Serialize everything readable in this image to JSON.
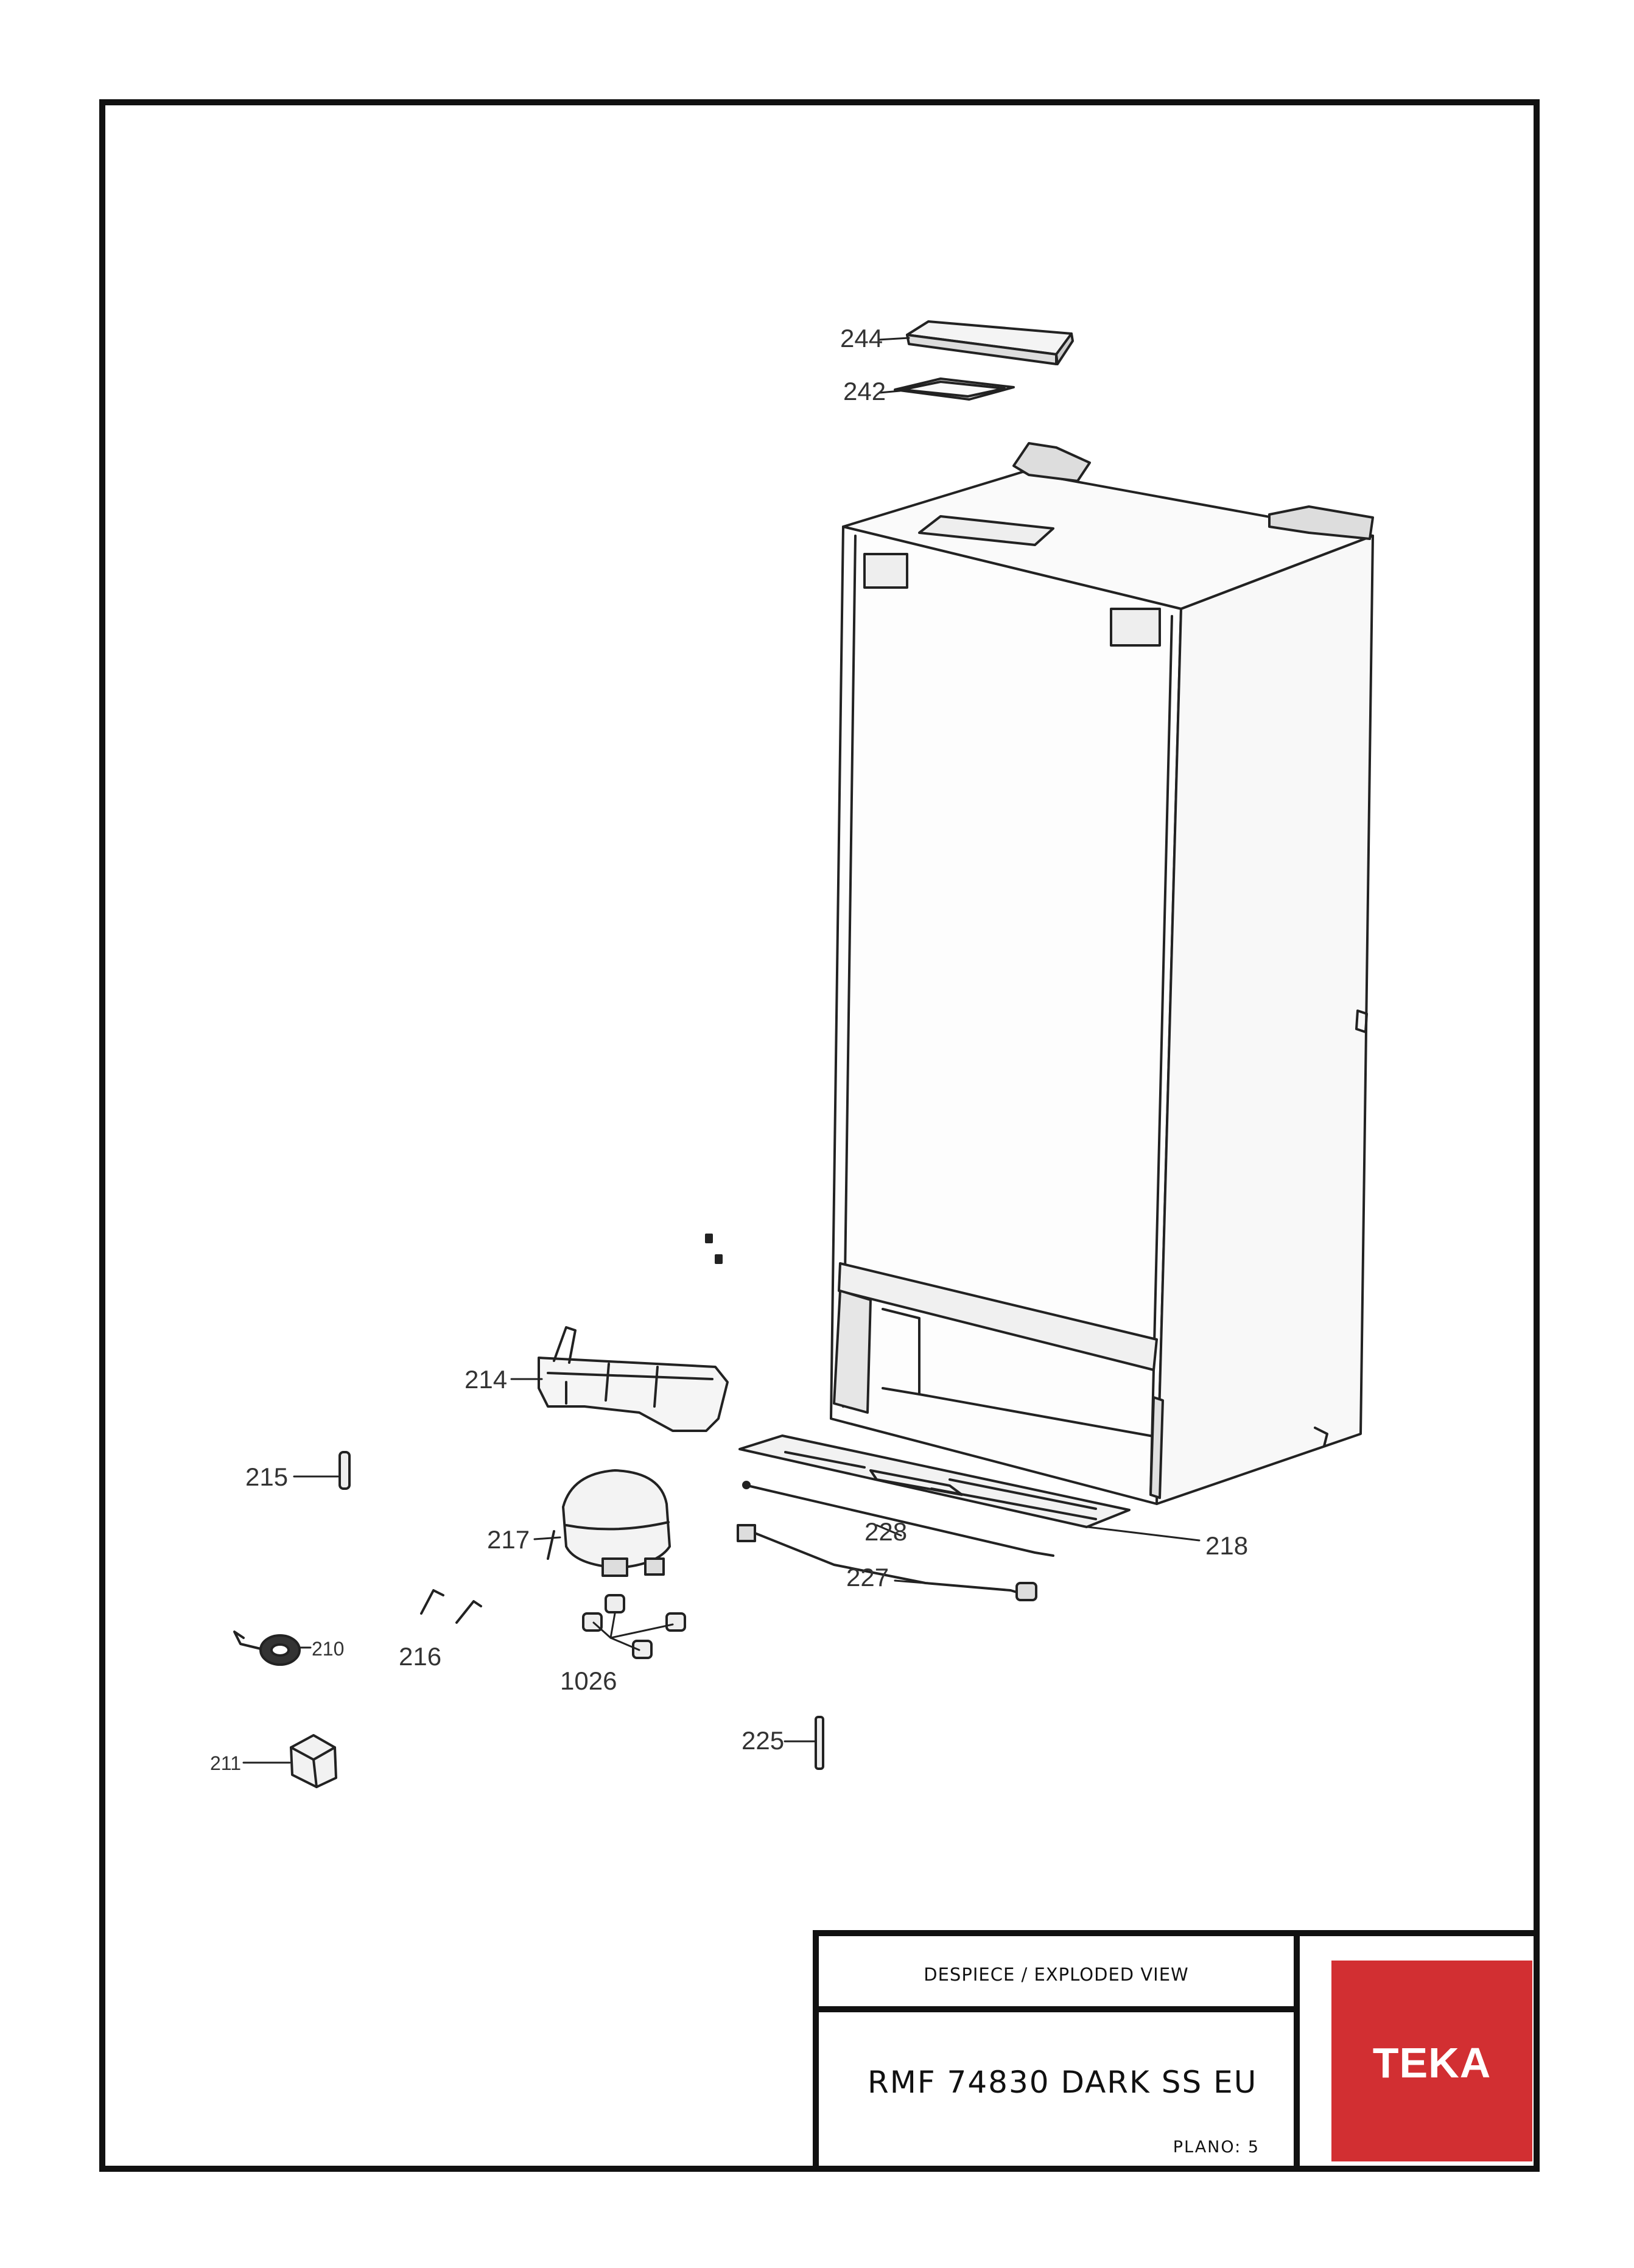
{
  "callouts": {
    "c244": "244",
    "c242": "242",
    "c214": "214",
    "c215": "215",
    "c217": "217",
    "c228": "228",
    "c218": "218",
    "c227": "227",
    "c210": "210",
    "c216": "216",
    "c1026": "1026",
    "c225": "225",
    "c211": "211"
  },
  "title_block": {
    "heading": "DESPIECE / EXPLODED VIEW",
    "model": "RMF 74830 DARK SS EU",
    "plano": "PLANO: 5",
    "logo_text": "TEKA",
    "logo_color": "#d22f32"
  }
}
